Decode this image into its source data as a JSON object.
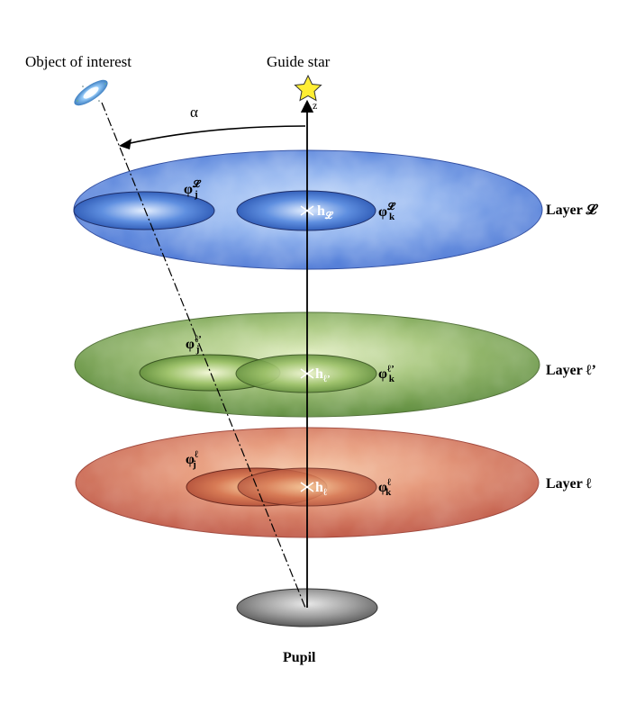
{
  "labels": {
    "object": "Object of interest",
    "guide_star": "Guide star",
    "z_axis": "z",
    "angle": "α",
    "pupil": "Pupil"
  },
  "layers": [
    {
      "name": "Layer 𝓛",
      "phi_j": "φ",
      "phi_j_sup": "𝓛",
      "phi_j_sub": "j",
      "phi_k": "φ",
      "phi_k_sup": "𝓛",
      "phi_k_sub": "k",
      "h": "h",
      "h_sub": "𝓛",
      "color_top": "#8fb6ee",
      "color_bottom": "#3a66c6",
      "edge": "#2b4aa0"
    },
    {
      "name": "Layer ℓ’",
      "phi_j": "φ",
      "phi_j_sup": "ℓ’",
      "phi_j_sub": "j",
      "phi_k": "φ",
      "phi_k_sup": "ℓ’",
      "phi_k_sub": "k",
      "h": "h",
      "h_sub": "ℓ’",
      "color_top": "#c5dca2",
      "color_bottom": "#6f9a48",
      "edge": "#4d6d32"
    },
    {
      "name": "Layer ℓ",
      "phi_j": "φ",
      "phi_j_sup": "ℓ",
      "phi_j_sub": "j",
      "phi_k": "φ",
      "phi_k_sup": "ℓ",
      "phi_k_sub": "k",
      "h": "h",
      "h_sub": "ℓ",
      "color_top": "#f2b892",
      "color_bottom": "#c9654f",
      "edge": "#a0463a"
    }
  ]
}
